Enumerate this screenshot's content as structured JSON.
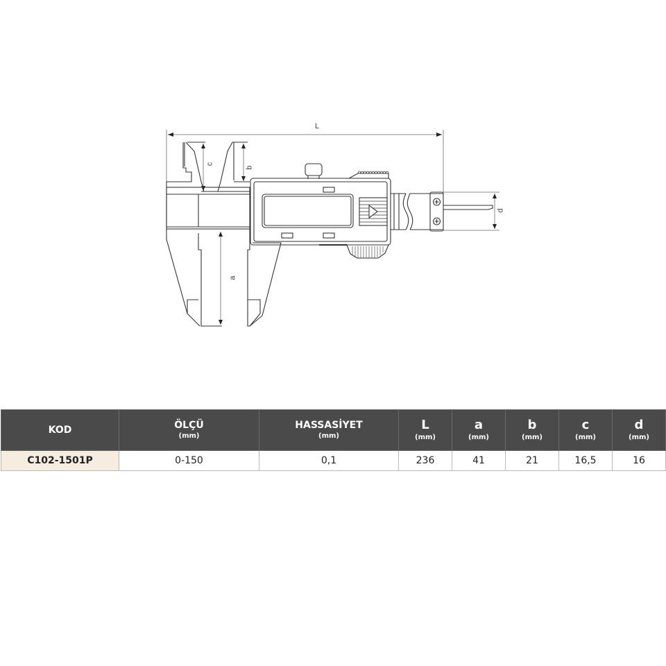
{
  "drawing": {
    "title": "Digital caliper technical drawing",
    "dimension_labels": {
      "L": "L",
      "a": "a",
      "b": "b",
      "c": "c",
      "d": "d"
    }
  },
  "table": {
    "headers": [
      {
        "label": "KOD",
        "unit": ""
      },
      {
        "label": "ÖLÇÜ",
        "unit": "(mm)"
      },
      {
        "label": "HASSASİYET",
        "unit": "(mm)"
      },
      {
        "label": "L",
        "unit": "(mm)"
      },
      {
        "label": "a",
        "unit": "(mm)"
      },
      {
        "label": "b",
        "unit": "(mm)"
      },
      {
        "label": "c",
        "unit": "(mm)"
      },
      {
        "label": "d",
        "unit": "(mm)"
      }
    ],
    "rows": [
      [
        "C102-1501P",
        "0-150",
        "0,1",
        "236",
        "41",
        "21",
        "16,5",
        "16"
      ]
    ]
  },
  "colors": {
    "header_bg": "#4a4a4a",
    "header_text": "#ffffff",
    "code_cell_bg": "#f4ede0",
    "line": "#333333"
  }
}
